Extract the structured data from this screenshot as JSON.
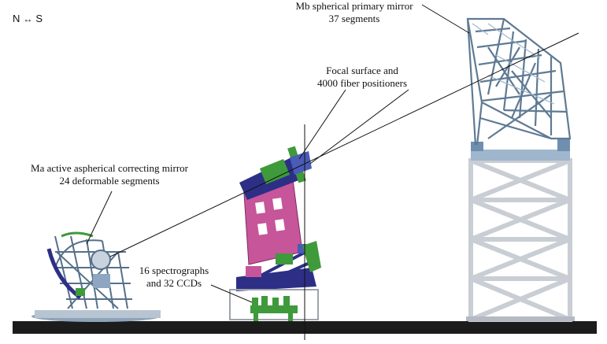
{
  "compass": {
    "north": "N",
    "south": "S",
    "arrow_icon": "double-arrow-icon"
  },
  "labels": {
    "mb_line1": "Mb spherical primary mirror",
    "mb_line2": "37 segments",
    "focal_line1": "Focal surface and",
    "focal_line2": "4000 fiber positioners",
    "ma_line1": "Ma active aspherical correcting mirror",
    "ma_line2": "24 deformable segments",
    "spec_line1": "16 spectrographs",
    "spec_line2": "and 32 CCDs"
  },
  "colors": {
    "ground": "#1c1c1c",
    "steel_light": "#c9cdd4",
    "steel_blue": "#7d9ab8",
    "truss_dark": "#4f6478",
    "magenta": "#c6559a",
    "navy": "#2d2f86",
    "green": "#3e9a3a",
    "teal": "#6da7a8"
  }
}
